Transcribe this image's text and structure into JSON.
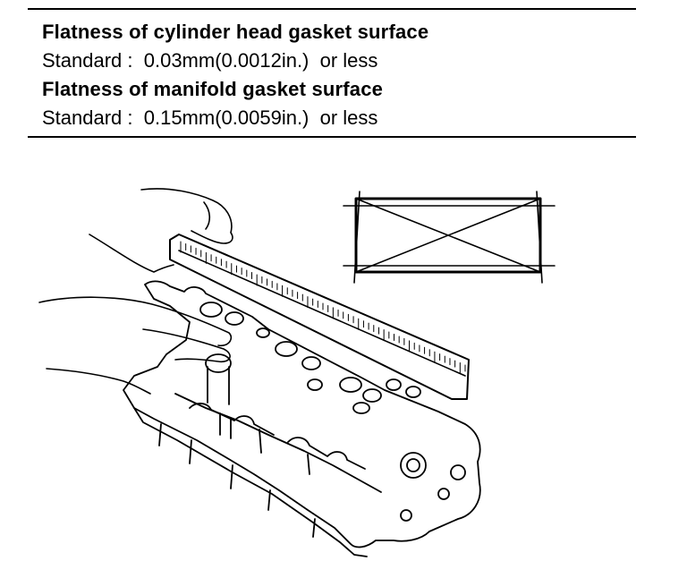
{
  "specs": [
    {
      "title": "Flatness of cylinder head gasket surface",
      "standard": "Standard :  0.03mm(0.0012in.)  or less"
    },
    {
      "title": "Flatness of manifold gasket surface",
      "standard": "Standard :  0.15mm(0.0059in.)  or less"
    }
  ],
  "illustration": {
    "subject": "hands holding straightedge on cylinder head with measurement pattern inset",
    "line_color": "#000000"
  }
}
